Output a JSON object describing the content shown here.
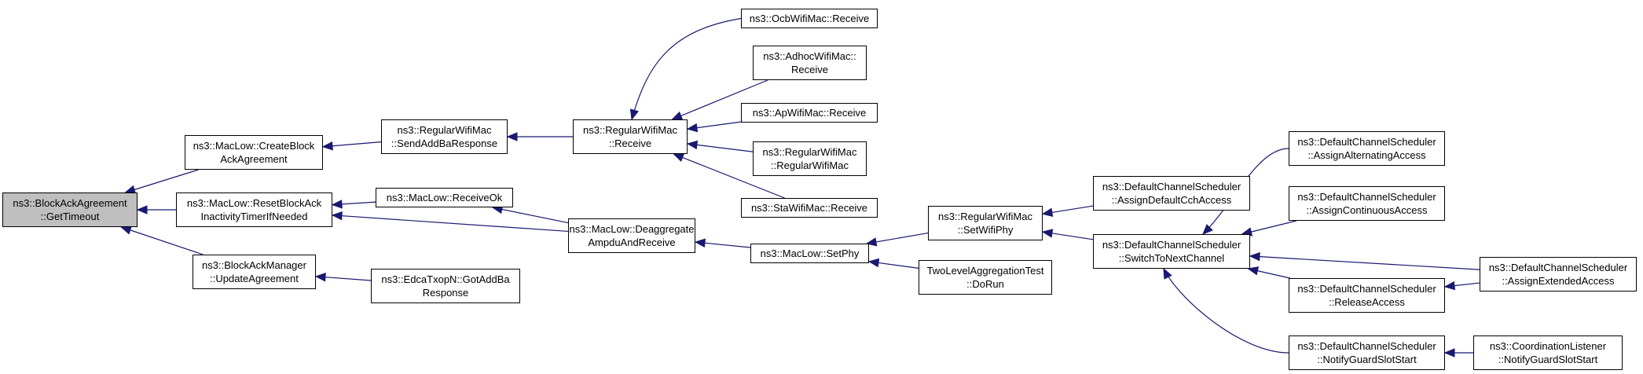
{
  "diagram": {
    "edge_color": "#191970",
    "root_fill": "#bfbfbf",
    "nodes": {
      "root": [
        "ns3::BlockAckAgreement",
        "::GetTimeout"
      ],
      "create_block_ack": [
        "ns3::MacLow::CreateBlock",
        "AckAgreement"
      ],
      "reset_block_ack": [
        "ns3::MacLow::ResetBlockAck",
        "InactivityTimerIfNeeded"
      ],
      "update_agreement": [
        "ns3::BlockAckManager",
        "::UpdateAgreement"
      ],
      "send_add_ba_response": [
        "ns3::RegularWifiMac",
        "::SendAddBaResponse"
      ],
      "receive_ok": [
        "ns3::MacLow::ReceiveOk"
      ],
      "got_add_ba_response": [
        "ns3::EdcaTxopN::GotAddBa",
        "Response"
      ],
      "regular_receive": [
        "ns3::RegularWifiMac",
        "::Receive"
      ],
      "deaggregate": [
        "ns3::MacLow::Deaggregate",
        "AmpduAndReceive"
      ],
      "ocb_receive": [
        "ns3::OcbWifiMac::Receive"
      ],
      "adhoc_receive": [
        "ns3::AdhocWifiMac::",
        "Receive"
      ],
      "ap_receive": [
        "ns3::ApWifiMac::Receive"
      ],
      "regular_ctor": [
        "ns3::RegularWifiMac",
        "::RegularWifiMac"
      ],
      "sta_receive": [
        "ns3::StaWifiMac::Receive"
      ],
      "set_phy": [
        "ns3::MacLow::SetPhy"
      ],
      "set_wifi_phy": [
        "ns3::RegularWifiMac",
        "::SetWifiPhy"
      ],
      "two_level_dorun": [
        "TwoLevelAggregationTest",
        "::DoRun"
      ],
      "assign_default_cch": [
        "ns3::DefaultChannelScheduler",
        "::AssignDefaultCchAccess"
      ],
      "switch_to_next": [
        "ns3::DefaultChannelScheduler",
        "::SwitchToNextChannel"
      ],
      "assign_alternating": [
        "ns3::DefaultChannelScheduler",
        "::AssignAlternatingAccess"
      ],
      "assign_continuous": [
        "ns3::DefaultChannelScheduler",
        "::AssignContinuousAccess"
      ],
      "release_access": [
        "ns3::DefaultChannelScheduler",
        "::ReleaseAccess"
      ],
      "notify_guard_sched": [
        "ns3::DefaultChannelScheduler",
        "::NotifyGuardSlotStart"
      ],
      "assign_extended": [
        "ns3::DefaultChannelScheduler",
        "::AssignExtendedAccess"
      ],
      "coord_notify_guard": [
        "ns3::CoordinationListener",
        "::NotifyGuardSlotStart"
      ]
    }
  }
}
